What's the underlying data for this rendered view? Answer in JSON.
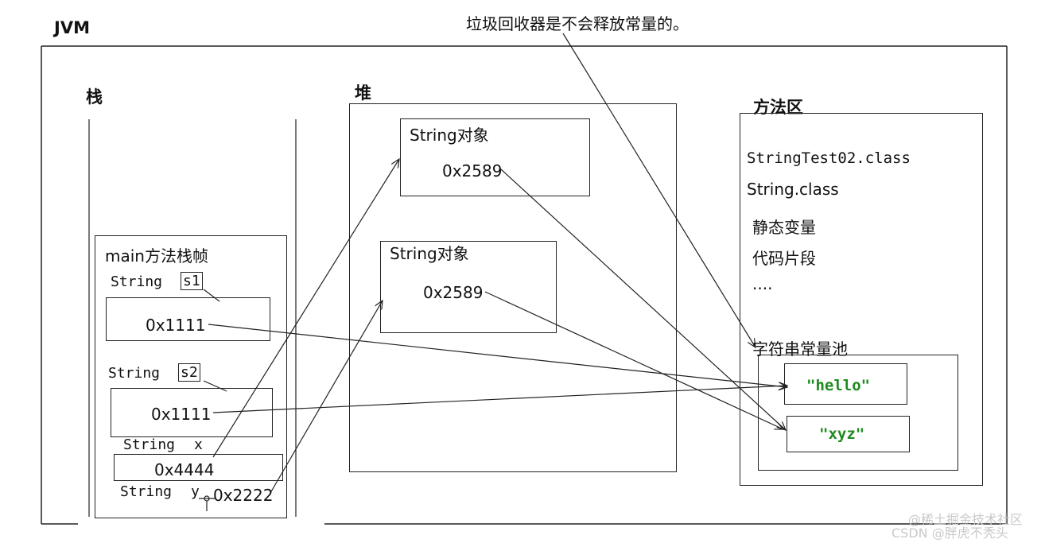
{
  "annotation": "垃圾回收器是不会释放常量的。",
  "jvm": {
    "label": "JVM"
  },
  "stack": {
    "label": "栈",
    "frame_label": "main方法栈帧",
    "vars": [
      {
        "type": "String",
        "name": "s1",
        "value": "0x1111"
      },
      {
        "type": "String",
        "name": "s2",
        "value": "0x1111"
      },
      {
        "type": "String",
        "name": "x",
        "value": "0x4444"
      },
      {
        "type": "String",
        "name": "y",
        "value": "0x2222"
      }
    ]
  },
  "heap": {
    "label": "堆",
    "objects": [
      {
        "label": "String对象",
        "value": "0x2589"
      },
      {
        "label": "String对象",
        "value": "0x2589"
      }
    ]
  },
  "method_area": {
    "label": "方法区",
    "items": [
      "StringTest02.class",
      "String.class",
      "静态变量",
      "代码片段",
      "...."
    ],
    "pool_label": "字符串常量池",
    "pool": [
      "\"hello\"",
      "\"xyz\""
    ]
  },
  "watermark": {
    "line1": "@稀土掘金技术社区",
    "line2": "CSDN @胖虎不秃头"
  }
}
